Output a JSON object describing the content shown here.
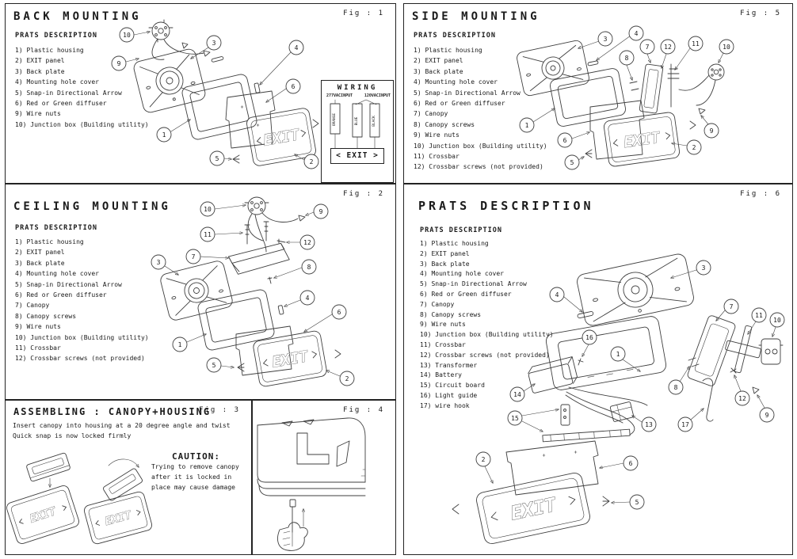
{
  "exit_text": "EXIT",
  "fig1": {
    "title": "BACK MOUNTING",
    "subtitle": "PRATS DESCRIPTION",
    "fig_label": "Fig : 1",
    "parts": [
      "1) Plastic housing",
      "2) EXIT panel",
      "3) Back plate",
      "4) Mounting hole cover",
      "5) Snap-in Directional Arrow",
      "6) Red or Green diffuser",
      "9) Wire nuts",
      "10) Junction box (Building utility)"
    ],
    "callouts": [
      "10",
      "9",
      "3",
      "4",
      "6",
      "1",
      "5",
      "2"
    ]
  },
  "wiring": {
    "title": "WIRING",
    "input_277": "277VACINPUT",
    "input_120": "120VACINPUT",
    "wires": [
      "ORANGE",
      "BLUE",
      "BLACK"
    ],
    "exit_label": "< EXIT >"
  },
  "fig2": {
    "title": "CEILING MOUNTING",
    "subtitle": "PRATS DESCRIPTION",
    "fig_label": "Fig : 2",
    "parts": [
      "1) Plastic housing",
      "2) EXIT panel",
      "3) Back plate",
      "4) Mounting hole cover",
      "5) Snap-in Directional Arrow",
      "6) Red or Green diffuser",
      "7) Canopy",
      "8) Canopy screws",
      "9) Wire nuts",
      "10) Junction box (Building utility)",
      "11) Crossbar",
      "12) Crossbar screws (not provided)"
    ],
    "callouts": [
      "10",
      "9",
      "11",
      "12",
      "7",
      "8",
      "3",
      "4",
      "1",
      "6",
      "5",
      "2"
    ]
  },
  "fig3": {
    "title": "ASSEMBLING : CANOPY+HOUSING",
    "fig_label": "Fig : 3",
    "instruction_1": "Insert canopy into housing at a 20 degree angle and twist",
    "instruction_2": "Quick snap is now locked firmly",
    "caution_title": "CAUTION:",
    "caution_lines": [
      "Trying to remove canopy",
      "after it is locked in",
      "place may cause damage"
    ]
  },
  "fig4": {
    "fig_label": "Fig : 4"
  },
  "fig5": {
    "title": "SIDE MOUNTING",
    "subtitle": "PRATS DESCRIPTION",
    "fig_label": "Fig : 5",
    "parts": [
      "1) Plastic housing",
      "2) EXIT panel",
      "3) Back plate",
      "4) Mounting hole cover",
      "5) Snap-in Directional Arrow",
      "6) Red or Green diffuser",
      "7) Canopy",
      "8) Canopy screws",
      "9) Wire nuts",
      "10) Junction box (Building utility)",
      "11) Crossbar",
      "12) Crossbar screws (not provided)"
    ],
    "callouts": [
      "3",
      "4",
      "8",
      "7",
      "12",
      "11",
      "10",
      "1",
      "6",
      "5",
      "2",
      "9"
    ]
  },
  "fig6": {
    "title": "PRATS DESCRIPTION",
    "subtitle": "PRATS DESCRIPTION",
    "fig_label": "Fig : 6",
    "parts": [
      "1) Plastic housing",
      "2) EXIT panel",
      "3) Back plate",
      "4) Mounting hole cover",
      "5) Snap-in Directional Arrow",
      "6) Red or Green diffuser",
      "7) Canopy",
      "8) Canopy screws",
      "9) Wire nuts",
      "10) Junction box (Building utility)",
      "11) Crossbar",
      "12) Crossbar screws (not provided)",
      "13) Transformer",
      "14) Battery",
      "15) Circuit board",
      "16) Light guide",
      "17) wire hook"
    ],
    "callouts": [
      "3",
      "4",
      "16",
      "1",
      "7",
      "11",
      "10",
      "8",
      "12",
      "9",
      "17",
      "14",
      "15",
      "13",
      "2",
      "6",
      "5"
    ]
  }
}
